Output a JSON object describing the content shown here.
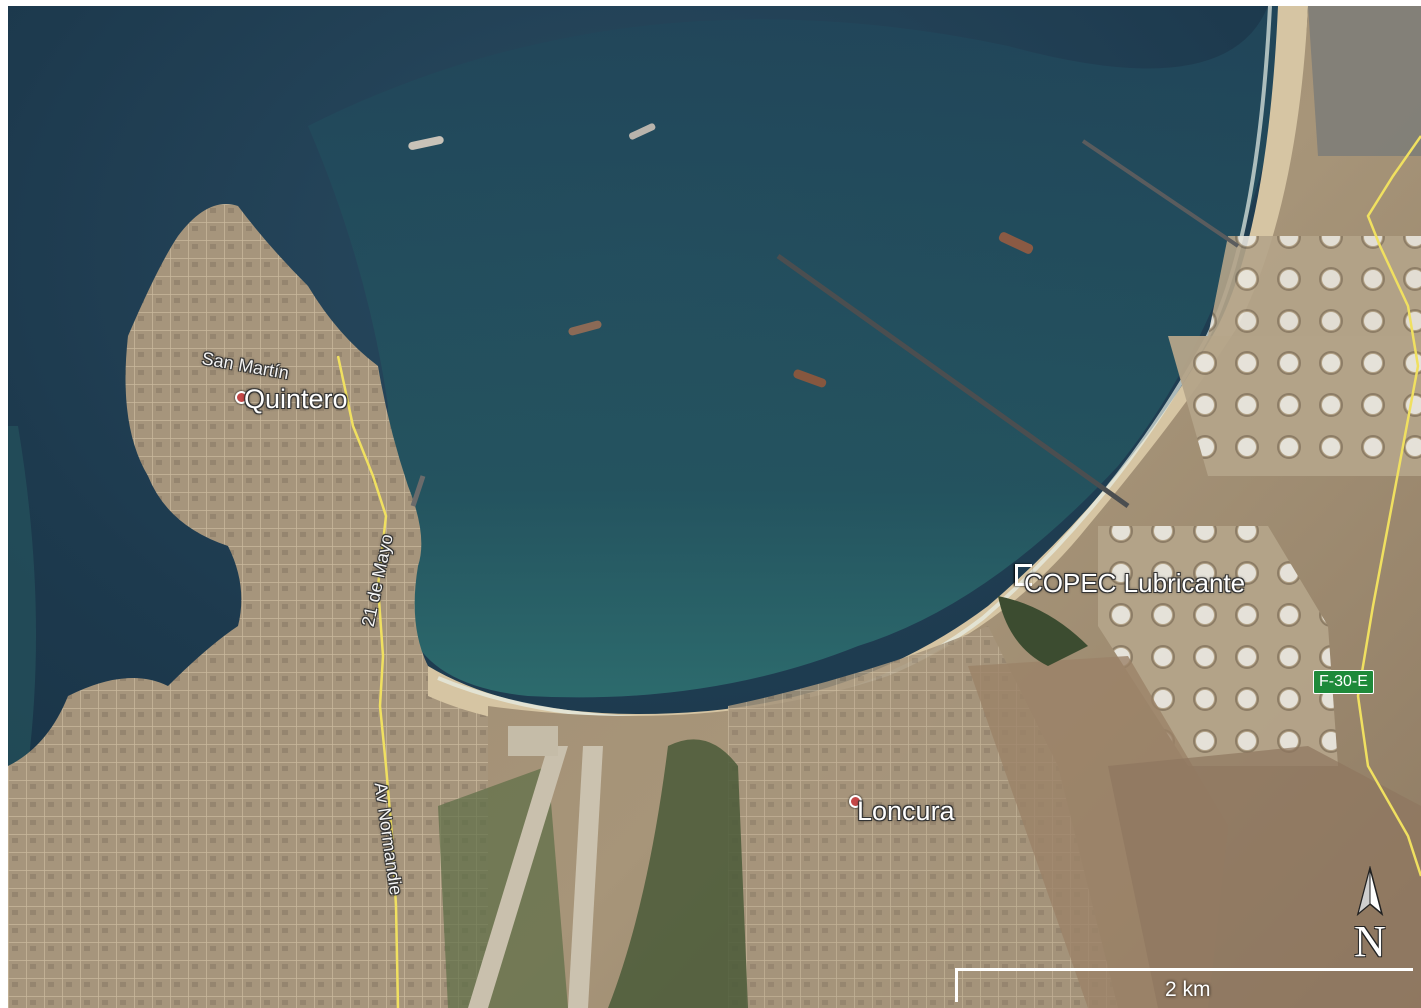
{
  "places": {
    "quintero": "Quintero",
    "loncura": "Loncura",
    "copec": "COPEC Lubricante"
  },
  "roads": {
    "san_martin": "San Martín",
    "veintiuno_mayo": "21 de Mayo",
    "av_normandie": "Av Normandie",
    "route_badge": "F-30-E"
  },
  "scale": {
    "label": "2 km"
  },
  "compass": {
    "letter": "N"
  },
  "colors": {
    "ocean_deep": "#1e3a4d",
    "ocean_shallow": "#2f6f70",
    "land": "#a89880",
    "beach": "#d9c8a8",
    "road": "#f0e060",
    "route_badge": "#1e8a3a"
  }
}
